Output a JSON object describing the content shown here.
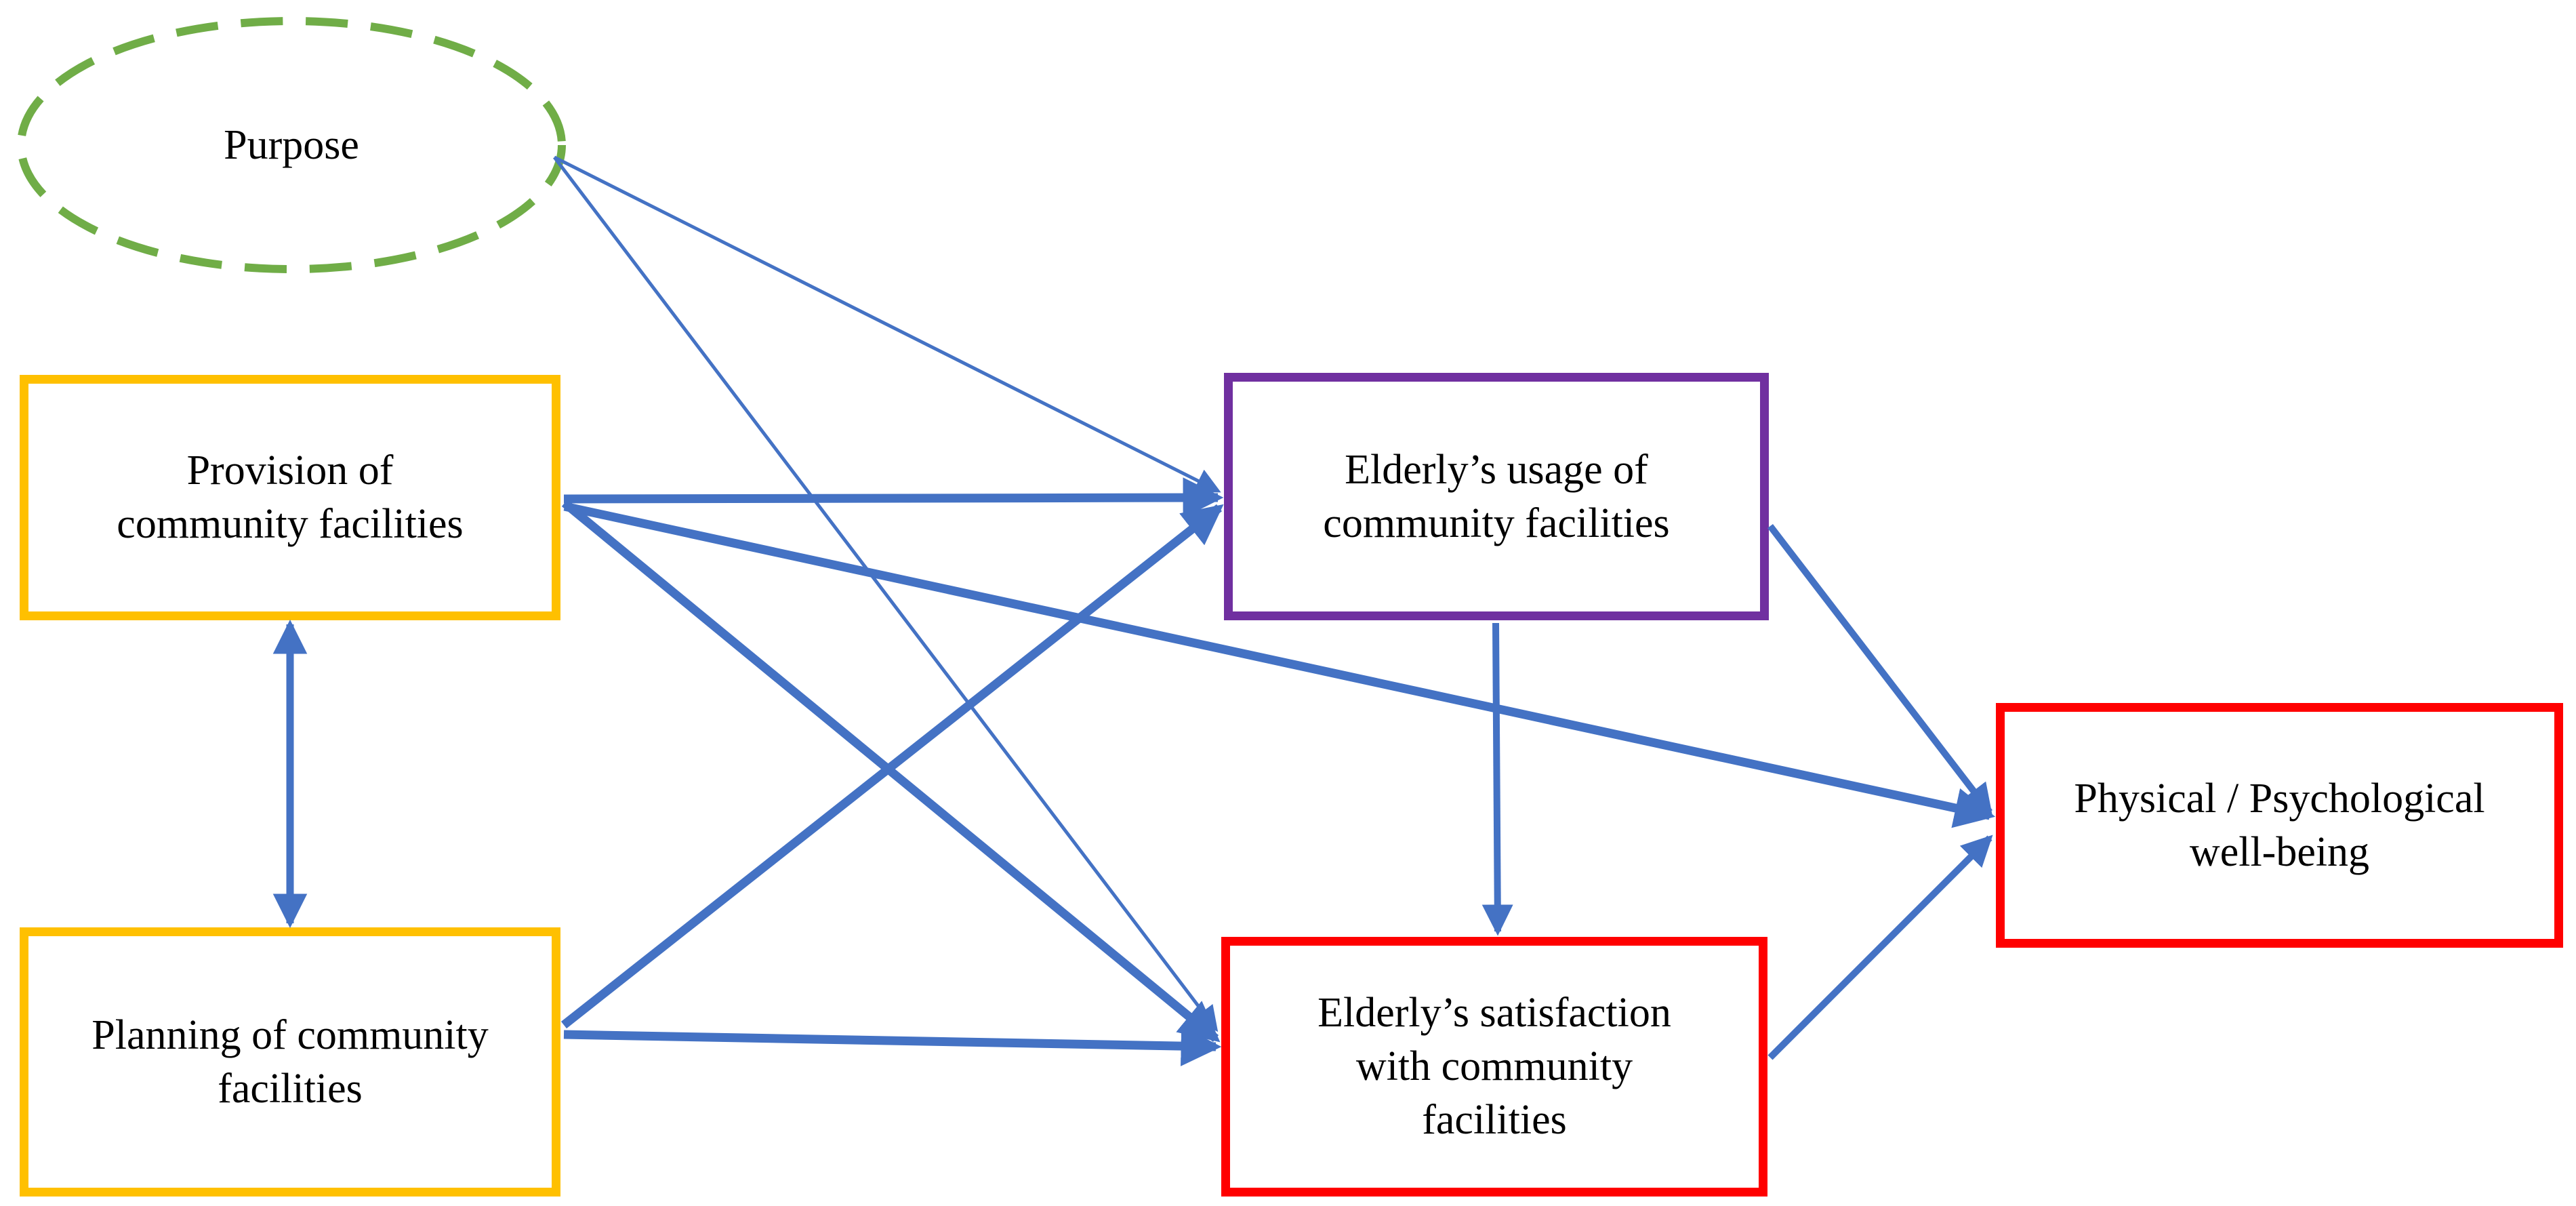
{
  "figure": {
    "type": "path-diagram",
    "background": "#FFFFFF",
    "description": "Conceptual model linking community facility provision and planning to elderly usage, satisfaction and well-being"
  },
  "colors": {
    "arrow": "#4472C4",
    "purpose_border": "#70AD47",
    "provision_border": "#FFC000",
    "planning_border": "#FFC000",
    "usage_border": "#7030A0",
    "satisfaction_border": "#FF0000",
    "wellbeing_border": "#FF0000",
    "text": "#000000"
  },
  "nodes": {
    "purpose": {
      "label": "Purpose",
      "lines": [
        "Purpose"
      ],
      "shape": "dashed-ellipse",
      "border_color": "#70AD47"
    },
    "provision": {
      "label": "Provision of community facilities",
      "lines": [
        "Provision of",
        "community facilities"
      ],
      "shape": "rect",
      "border_color": "#FFC000"
    },
    "planning": {
      "label": "Planning of community facilities",
      "lines": [
        "Planning of community",
        "facilities"
      ],
      "shape": "rect",
      "border_color": "#FFC000"
    },
    "usage": {
      "label": "Elderly’s usage of community facilities",
      "lines": [
        "Elderly’s usage of",
        "community facilities"
      ],
      "shape": "rect",
      "border_color": "#7030A0"
    },
    "satisfaction": {
      "label": "Elderly’s satisfaction with community facilities",
      "lines": [
        "Elderly’s satisfaction",
        "with community",
        "facilities"
      ],
      "shape": "rect",
      "border_color": "#FF0000"
    },
    "wellbeing": {
      "label": "Physical / Psychological well-being",
      "lines": [
        "Physical / Psychological",
        "well-being"
      ],
      "shape": "rect",
      "border_color": "#FF0000"
    }
  },
  "arrows": [
    {
      "id": "purpose-to-usage",
      "from": "purpose",
      "to": "usage",
      "style": "thin",
      "heads": "end"
    },
    {
      "id": "purpose-to-satisfaction",
      "from": "purpose",
      "to": "satisfaction",
      "style": "thin",
      "heads": "end"
    },
    {
      "id": "provision-to-usage",
      "from": "provision",
      "to": "usage",
      "style": "thick",
      "heads": "end"
    },
    {
      "id": "provision-to-satisfaction",
      "from": "provision",
      "to": "satisfaction",
      "style": "thick",
      "heads": "end"
    },
    {
      "id": "provision-to-wellbeing",
      "from": "provision",
      "to": "wellbeing",
      "style": "thick",
      "heads": "end"
    },
    {
      "id": "provision-planning-bidirectional",
      "from": "provision",
      "to": "planning",
      "style": "double",
      "heads": "both"
    },
    {
      "id": "planning-to-usage",
      "from": "planning",
      "to": "usage",
      "style": "thick",
      "heads": "end"
    },
    {
      "id": "planning-to-satisfaction",
      "from": "planning",
      "to": "satisfaction",
      "style": "thick",
      "heads": "end"
    },
    {
      "id": "usage-to-satisfaction",
      "from": "usage",
      "to": "satisfaction",
      "style": "medium",
      "heads": "end"
    },
    {
      "id": "usage-to-wellbeing",
      "from": "usage",
      "to": "wellbeing",
      "style": "medium",
      "heads": "end"
    },
    {
      "id": "satisfaction-to-wellbeing",
      "from": "satisfaction",
      "to": "wellbeing",
      "style": "medium",
      "heads": "end"
    }
  ]
}
